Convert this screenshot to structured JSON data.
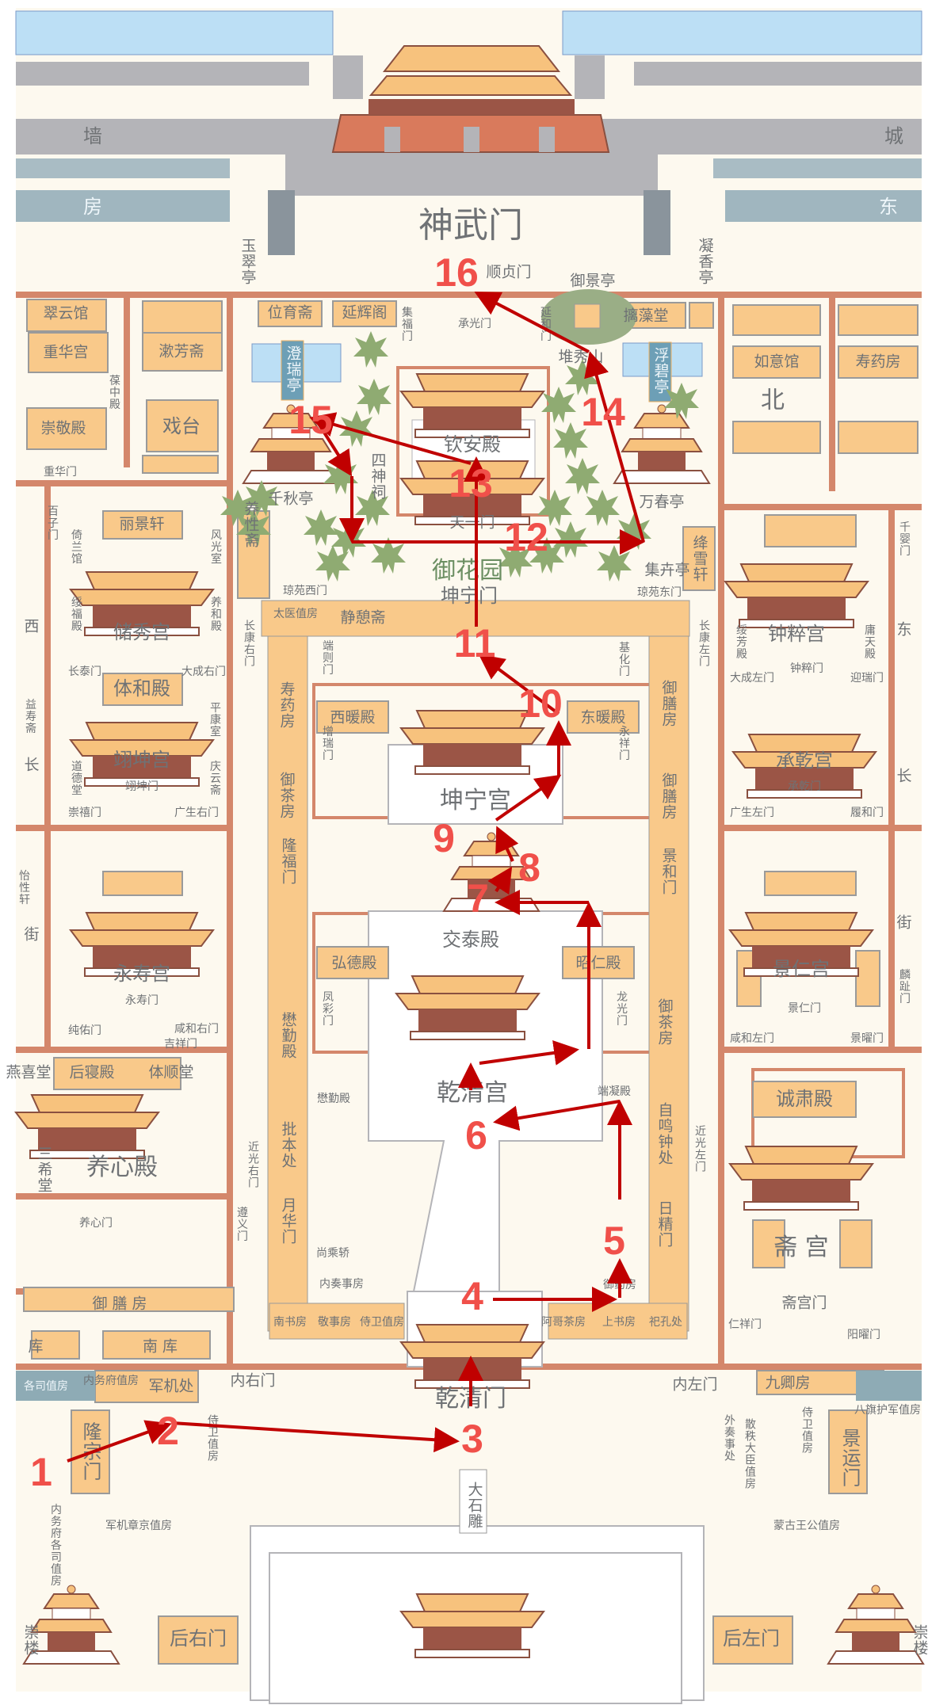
{
  "map": {
    "labels": {
      "wall_w": "墙",
      "wall_e": "城",
      "fang_w": "房",
      "dong_top": "东",
      "shenwumen": "神武门",
      "yucuiting": "玉翠亭",
      "ningxiangting": "凝香亭",
      "shunzhenmen": "顺贞门",
      "yujingting": "御景亭",
      "chengguangmen": "承光门",
      "jifumen": "集福门",
      "yanhemen": "延和门",
      "duixiushan": "堆秀山",
      "chizaotang": "摛藻堂",
      "fubiting": "浮碧亭",
      "weiyuzhai": "位育斋",
      "yanhuige": "延辉阁",
      "chengruiting": "澄瑞亭",
      "cuiyunguan": "翠云馆",
      "chonghuagong": "重华宫",
      "shufangzhai": "漱芳斋",
      "chongjingdian": "崇敬殿",
      "xitai": "戏台",
      "chonghuamen": "重华门",
      "baozhongdian": "葆中殿",
      "qianqiuting": "千秋亭",
      "sishenci": "四神祠",
      "wanchunting": "万春亭",
      "jihuiting": "集卉亭",
      "qinandian": "钦安殿",
      "tianyimen": "天一门",
      "yuhuayuan": "御花园",
      "kunningmen": "坤宁门",
      "qiongyuanximen": "琼苑西门",
      "qiongyuandongmen": "琼苑东门",
      "yangxingzhai": "养性斋",
      "jiangxuexuan": "绛雪轩",
      "ruyiguan": "如意馆",
      "shouyaofang_ne": "寿药房",
      "bei": "北",
      "lijingxuan": "丽景轩",
      "yilanguan": "倚兰馆",
      "fengguangshi": "风光室",
      "baizimen": "百子门",
      "chuxiugong": "储秀宫",
      "suifudian": "绥福殿",
      "yanghedian": "养和殿",
      "xi": "西",
      "changtaimen": "长泰门",
      "dachengyoumen": "大成右门",
      "tihedian": "体和殿",
      "yishouzhai": "益寿斋",
      "pingkangshi": "平康室",
      "yikungong": "翊坤宫",
      "yikunmen": "翊坤门",
      "daodetang": "道德堂",
      "qingyunzhai": "庆云斋",
      "chongximen": "崇禧门",
      "guangshengyoumen": "广生右门",
      "chang_w": "长",
      "yongshougong": "永寿宫",
      "yongshoumen": "永寿门",
      "chunyoumen": "纯佑门",
      "xianheyoumen": "咸和右门",
      "jixiangmen": "吉祥门",
      "jie_w": "街",
      "yixingxuan": "怡性轩",
      "houqindian": "后寝殿",
      "tishuntang": "体顺堂",
      "yanxitang": "燕喜堂",
      "yangxindian": "养心殿",
      "sanxitang": "三希堂",
      "yangxinmen": "养心门",
      "yushanfang_w": "御 膳 房",
      "nanku": "南 库",
      "ku_w": "库",
      "gesizhifang": "各司值房",
      "neiwufuzhifang": "内务府值房",
      "junjichu": "军机处",
      "shiweizhifang_w": "侍卫值房",
      "longzongmen": "隆宗门",
      "neiyoumen": "内右门",
      "junjizhangjing": "军机章京值房",
      "neiwufugesi": "内务府各司值房",
      "houyoumen": "后右门",
      "chonglou_w": "崇楼",
      "chonglou_e": "崇楼",
      "changkangyoumen": "长康右门",
      "shouyaofang_w": "寿药房",
      "yuchafang_w": "御茶房",
      "longfumen": "隆福门",
      "maoqindian_col": "懋勤殿",
      "pibenchu": "批本处",
      "yuehuamen": "月华门",
      "jinguangyoumen": "近光右门",
      "zunyimen": "遵义门",
      "taiyizhifang": "太医值房",
      "jingqizhai": "静憩斋",
      "duanzemen": "端则门",
      "zengruimen": "增瑞门",
      "xinuandian": "西暖殿",
      "dongnuandian": "东暖殿",
      "kunninggong": "坤宁宫",
      "jihuamen": "基化门",
      "yongxiangmen": "永祥门",
      "changkangzuomen": "长康左门",
      "jiaotaidian": "交泰殿",
      "hongdedian": "弘德殿",
      "zhaorendian": "昭仁殿",
      "fengcaimen": "凤彩门",
      "longguangmen": "龙光门",
      "qianqinggong": "乾清宫",
      "maoqindian": "懋勤殿",
      "duanningdian": "端凝殿",
      "shangchengjiao": "尚乘轿",
      "neizoushifang": "内奏事房",
      "nanshufang": "南书房",
      "jingshifang": "敬事房",
      "shiweizhifang_c": "侍卫值房",
      "agechafang": "阿哥茶房",
      "shangshufang": "上书房",
      "sikongchu": "祀孔处",
      "yuyaofang": "御药房",
      "yushanfang_e1": "御膳房",
      "yushanfang_e2": "御膳房",
      "jinghemen": "景和门",
      "yuchafang_e": "御茶房",
      "zimingzhongchu": "自鸣钟处",
      "rijingmen": "日精门",
      "jinguangzuomen": "近光左门",
      "qianqingmen": "乾清门",
      "neizuomen": "内左门",
      "jiuqingfang": "九卿房",
      "waizoushichu": "外奏事处",
      "sanzhidachen": "散秩大臣值房",
      "shiweizhifang_e": "侍卫值房",
      "baqihujun": "八旗护军值房",
      "jingyunmen": "景运门",
      "dashidiao": "大石雕",
      "mengguwanggong": "蒙古王公值房",
      "houzuomen": "后左门",
      "zhongcuigong": "钟粹宫",
      "zhongcuimen": "钟粹门",
      "suifangdian": "绥芳殿",
      "yongtiandian": "庸天殿",
      "dachengzuomen": "大成左门",
      "yingruimen": "迎瑞门",
      "qianyingmen": "千婴门",
      "dong_e": "东",
      "chengqiangong": "承乾宫",
      "chengqianmen": "承乾门",
      "guangshengzuomen": "广生左门",
      "lühemen": "履和门",
      "chang_e": "长",
      "jingrengong": "景仁宫",
      "jingrenmen": "景仁门",
      "xianhezuomen": "咸和左门",
      "jingyaomen": "景曜门",
      "jie_e": "街",
      "linzhimen": "麟趾门",
      "chengsudian": "诚肃殿",
      "zhaigong": "斋 宫",
      "zhaigongmen": "斋宫门",
      "renxiangmen": "仁祥门",
      "yangyaomen": "阳曜门"
    },
    "route": {
      "stops": [
        "1",
        "2",
        "3",
        "4",
        "5",
        "6",
        "7",
        "8",
        "9",
        "10",
        "11",
        "12",
        "13",
        "14",
        "15",
        "16"
      ],
      "color": "#c00000",
      "number_color": "#f0504a"
    },
    "colors": {
      "building": "#f9c98a",
      "wall": "#d4876b",
      "water": "#bcdff5",
      "tree": "#8fab72",
      "ground": "#fdf9ef"
    }
  }
}
